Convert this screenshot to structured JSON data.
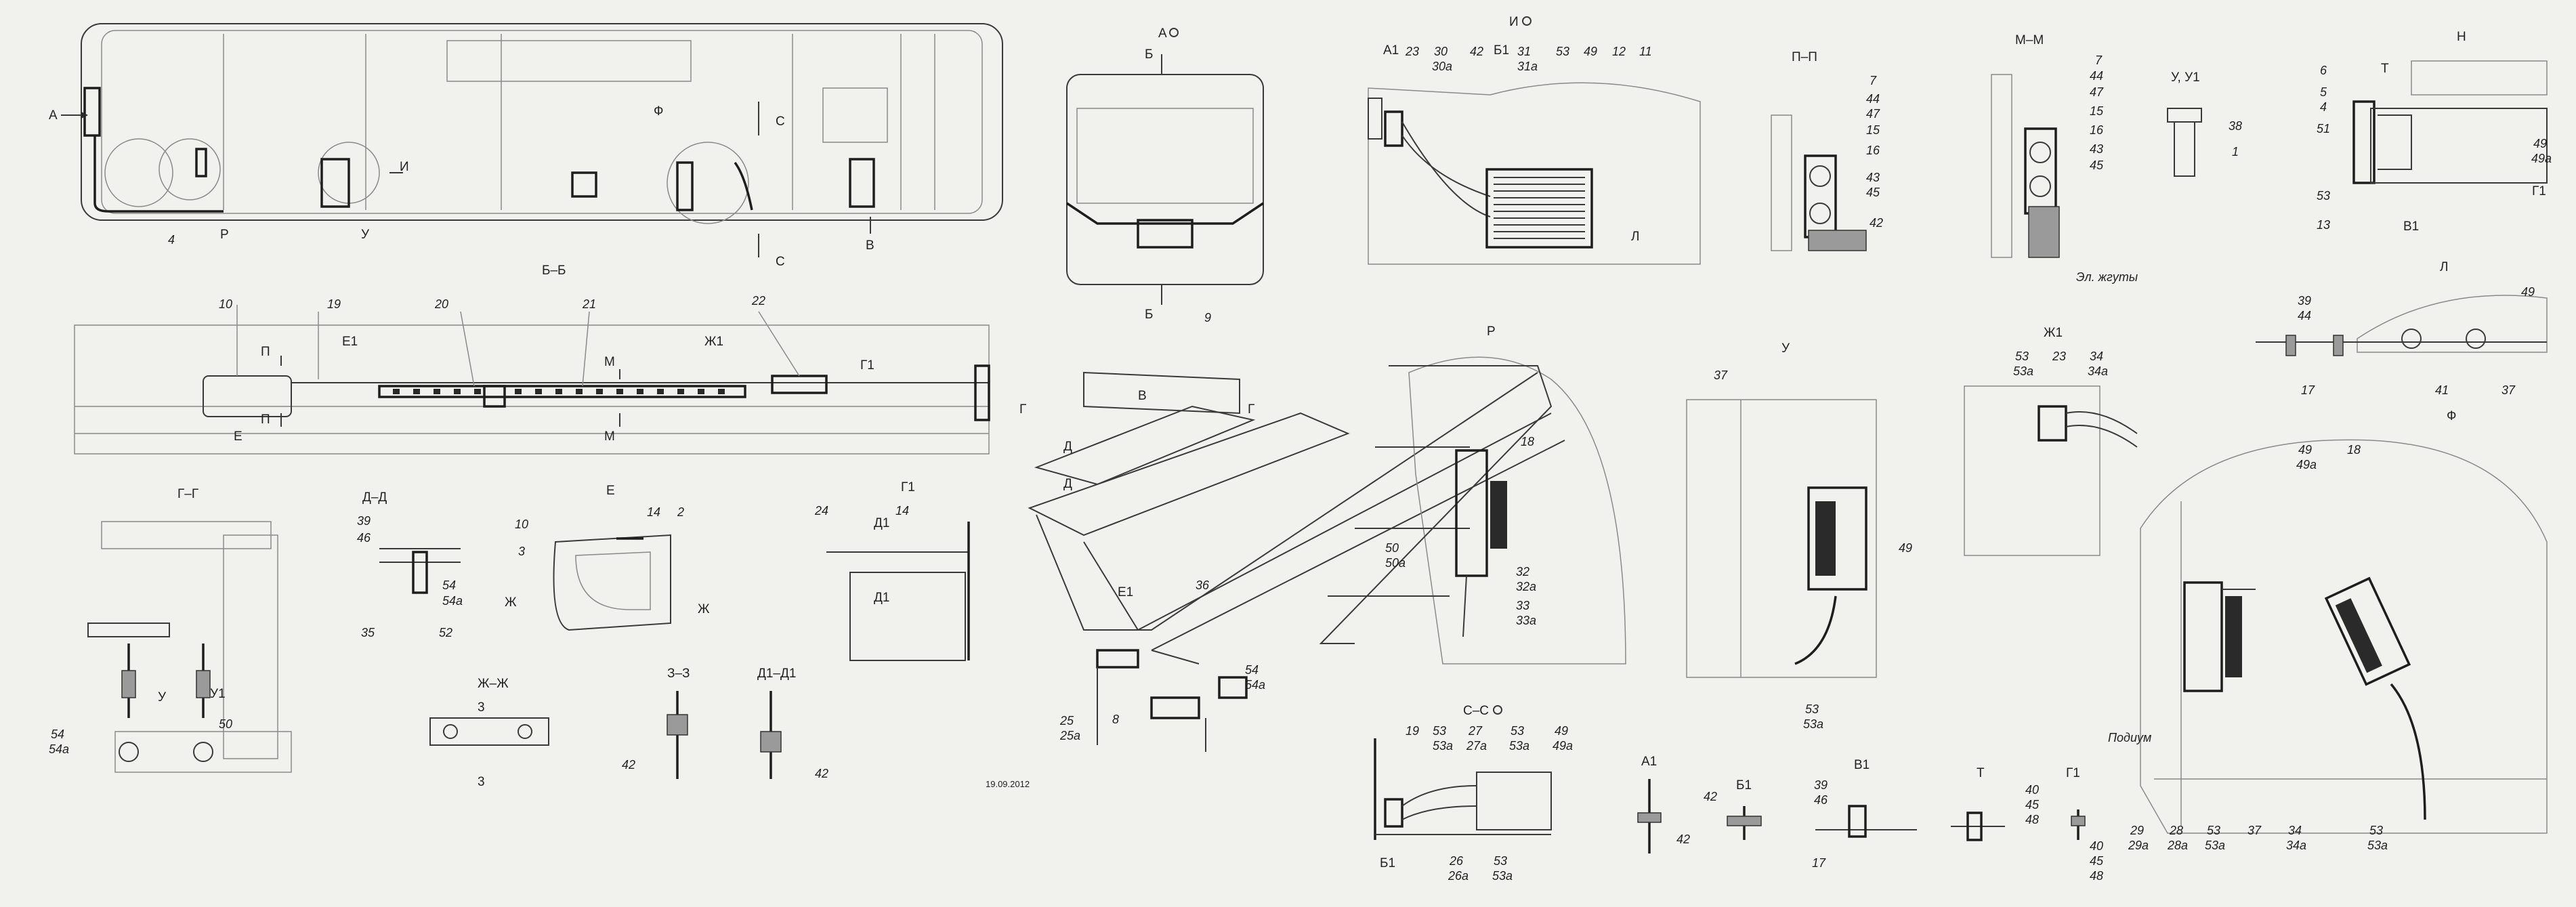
{
  "labels": {
    "A_arrow": "А",
    "I_arrow": "И",
    "C_top": "С",
    "C_bot": "С",
    "V_arrow": "В",
    "F": "Ф",
    "P": "Р",
    "U": "У",
    "n4": "4",
    "BB": "Б–Б",
    "n10": "10",
    "n19": "19",
    "n20": "20",
    "n21": "21",
    "n22": "22",
    "P_up": "П",
    "P_dn": "П",
    "E1": "Е1",
    "E": "Е",
    "M_up": "М",
    "M_dn": "М",
    "Zh1": "Ж1",
    "G1": "Г1",
    "GG": "Г–Г",
    "n54": "54",
    "n54a": "54а",
    "U_gg": "У",
    "U1_gg": "У1",
    "n50_gg": "50",
    "DD": "Д–Д",
    "n39": "39",
    "n46": "46",
    "n35": "35",
    "n52": "52",
    "dd54": "54",
    "dd54a": "54а",
    "E_sec": "Е",
    "e10": "10",
    "e14": "14",
    "e2": "2",
    "e3": "3",
    "Zh_l": "Ж",
    "Zh_r": "Ж",
    "G1_sec": "Г1",
    "g24": "24",
    "g14": "14",
    "D1_up": "Д1",
    "D1_dn": "Д1",
    "ZhZh": "Ж–Ж",
    "z3_up": "3",
    "z3_dn": "3",
    "ZZ": "З–З",
    "zz42": "42",
    "D1D1": "Д1–Д1",
    "dd42": "42",
    "date": "19.09.2012",
    "A_view": "А",
    "B_up": "Б",
    "B_dn": "Б",
    "n9": "9",
    "V_box": "В",
    "G_box": "Г",
    "G_box2": "Г",
    "D_box": "Д",
    "D_box2": "Д",
    "n36": "36",
    "E1_iso": "Е1",
    "n25": "25",
    "n25a": "25а",
    "n8": "8",
    "iso54": "54",
    "iso54a": "54а",
    "I_view": "И",
    "A1": "А1",
    "B1": "Б1",
    "n23": "23",
    "n30": "30",
    "n30a": "30а",
    "n42": "42",
    "n31": "31",
    "n31a": "31а",
    "n53": "53",
    "n49": "49",
    "n12": "12",
    "n11": "11",
    "L_ref": "Л",
    "R_view": "Р",
    "r18": "18",
    "r50": "50",
    "r50a": "50а",
    "r32": "32",
    "r32a": "32а",
    "r33": "33",
    "r33a": "33а",
    "CC": "С–С",
    "c19": "19",
    "c53": "53",
    "c53a": "53а",
    "c27": "27",
    "c27a": "27а",
    "c53b": "53",
    "c53c": "53а",
    "c49": "49",
    "c49a": "49а",
    "cB1": "Б1",
    "c26": "26",
    "c26a": "26а",
    "c53d": "53",
    "c53e": "53а",
    "PP": "П–П",
    "p7": "7",
    "p44": "44",
    "p47": "47",
    "p15": "15",
    "p16": "16",
    "p43": "43",
    "p45": "45",
    "p42": "42",
    "MM": "М–М",
    "m7": "7",
    "m44": "44",
    "m47": "47",
    "m15": "15",
    "m16": "16",
    "m43": "43",
    "m45": "45",
    "m_zhg": "Эл. жгуты",
    "UU1": "У, У1",
    "u38": "38",
    "u1": "1",
    "N": "Н",
    "nT": "Т",
    "n6": "6",
    "n5": "5",
    "n4b": "4",
    "n51": "51",
    "n49b": "49",
    "n49ab": "49а",
    "n53b": "53",
    "n13": "13",
    "nV1": "В1",
    "nG1": "Г1",
    "U_view": "У",
    "u37": "37",
    "u49": "49",
    "u53": "53",
    "u53a": "53а",
    "Zh1_view": "Ж1",
    "zh53": "53",
    "zh53a": "53а",
    "zh23": "23",
    "zh34": "34",
    "zh34a": "34а",
    "L_view": "Л",
    "l39": "39",
    "l44": "44",
    "l49": "49",
    "l17": "17",
    "l41": "41",
    "l37": "37",
    "F_view": "Ф",
    "f49": "49",
    "f49a": "49а",
    "f18": "18",
    "f_pod": "Подиум",
    "f29": "29",
    "f29a": "29а",
    "f28": "28",
    "f28a": "28а",
    "f53": "53",
    "f53a": "53а",
    "f37": "37",
    "f34": "34",
    "f34a": "34а",
    "f53b": "53",
    "f53ab": "53а",
    "A1_d": "А1",
    "a1_42": "42",
    "B1_d": "Б1",
    "b1_42": "42",
    "V1_d": "В1",
    "v39": "39",
    "v46": "46",
    "v17": "17",
    "T_d": "Т",
    "t40": "40",
    "t45": "45",
    "t48": "48",
    "G1_d": "Г1",
    "g40": "40",
    "g45": "45",
    "g48": "48"
  }
}
